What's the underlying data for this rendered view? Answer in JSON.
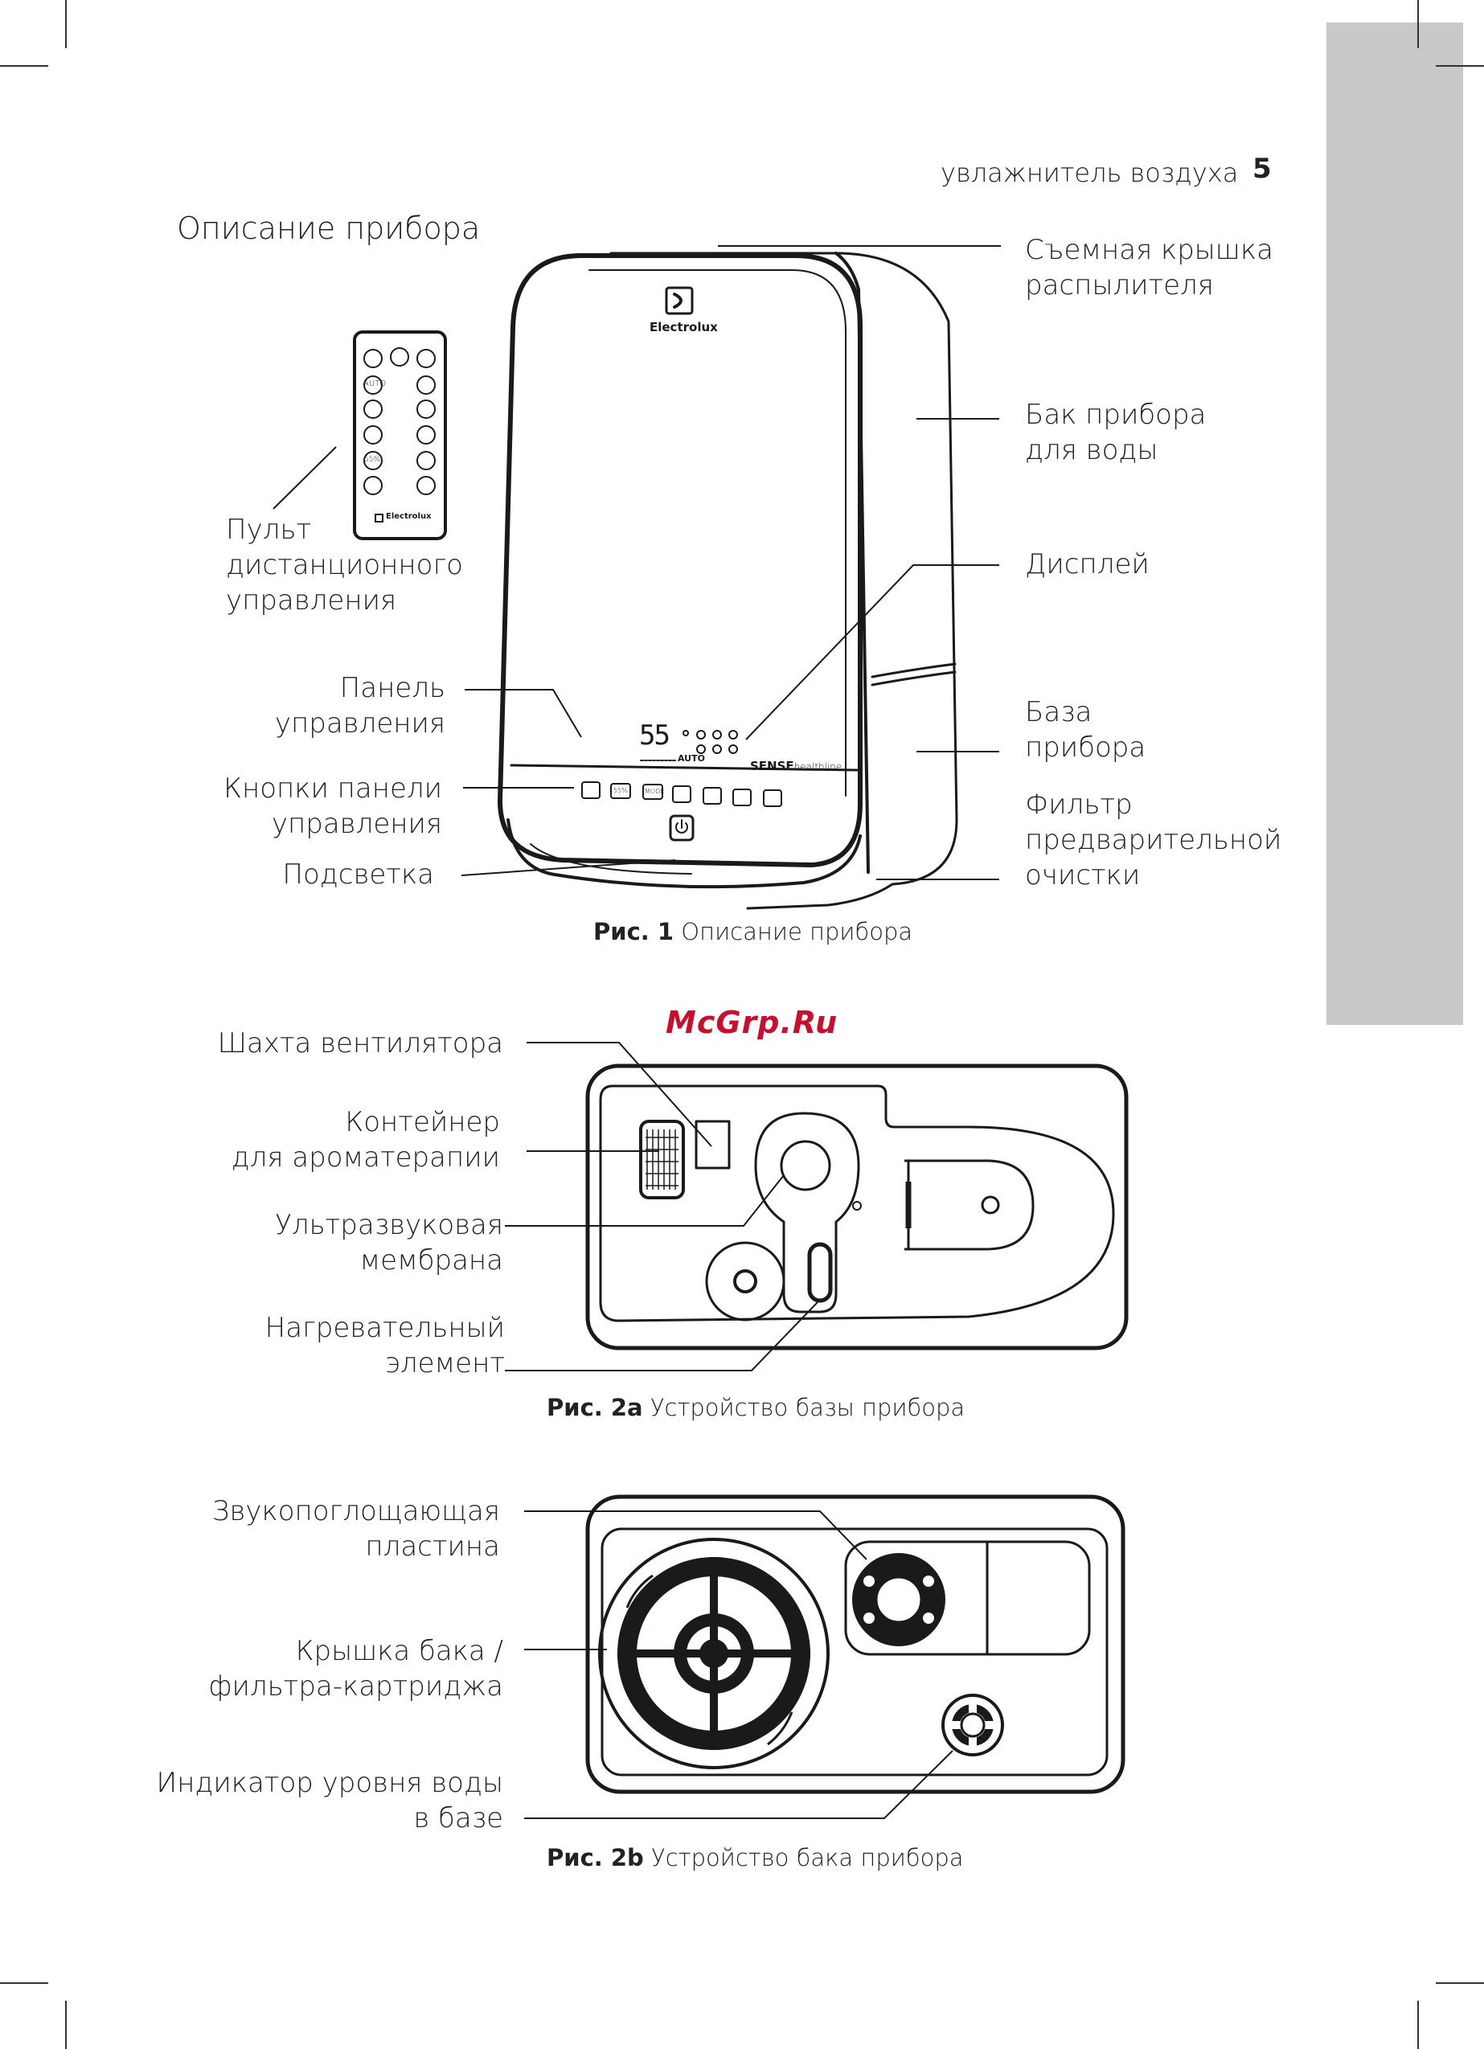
{
  "header": {
    "title": "увлажнитель воздуха",
    "page_number": "5"
  },
  "section_title": "Описание прибора",
  "figure1": {
    "labels": {
      "cover": [
        "Съемная крышка",
        "распылителя"
      ],
      "tank": [
        "Бак прибора",
        "для воды"
      ],
      "display": [
        "Дисплей"
      ],
      "base": [
        "База",
        "прибора"
      ],
      "filter": [
        "Фильтр",
        "предварительной",
        "очистки"
      ],
      "remote": [
        "Пульт",
        "дистанционного",
        "управления"
      ],
      "panel": [
        "Панель",
        "управления"
      ],
      "buttons": [
        "Кнопки панели",
        "управления"
      ],
      "backlight": [
        "Подсветка"
      ]
    },
    "caption_bold": "Рис. 1",
    "caption_text": " Описание прибора",
    "device": {
      "brand": "Electrolux",
      "display_value": "55",
      "display_mode": "AUTO",
      "series_bold": "SENSE",
      "series_light": "healthline",
      "panel_buttons": [
        "55%",
        "MODE"
      ]
    },
    "remote": {
      "brand": "Electrolux",
      "buttons": [
        "AUTO",
        "55%"
      ]
    }
  },
  "watermark": "McGrp.Ru",
  "figure2a": {
    "labels": {
      "fan_shaft": [
        "Шахта вентилятора"
      ],
      "aroma": [
        "Контейнер",
        "для ароматерапии"
      ],
      "membrane": [
        "Ультразвуковая",
        "мембрана"
      ],
      "heater": [
        "Нагревательный",
        "элемент"
      ]
    },
    "caption_bold": "Рис. 2a",
    "caption_text": " Устройство базы прибора"
  },
  "figure2b": {
    "labels": {
      "sound_plate": [
        "Звукопоглощающая",
        "пластина"
      ],
      "tank_cap": [
        "Крышка бака /",
        "фильтра-картриджа"
      ],
      "water_level": [
        "Индикатор уровня воды",
        "в базе"
      ]
    },
    "caption_bold": "Рис. 2b",
    "caption_text": " Устройство бака прибора"
  }
}
